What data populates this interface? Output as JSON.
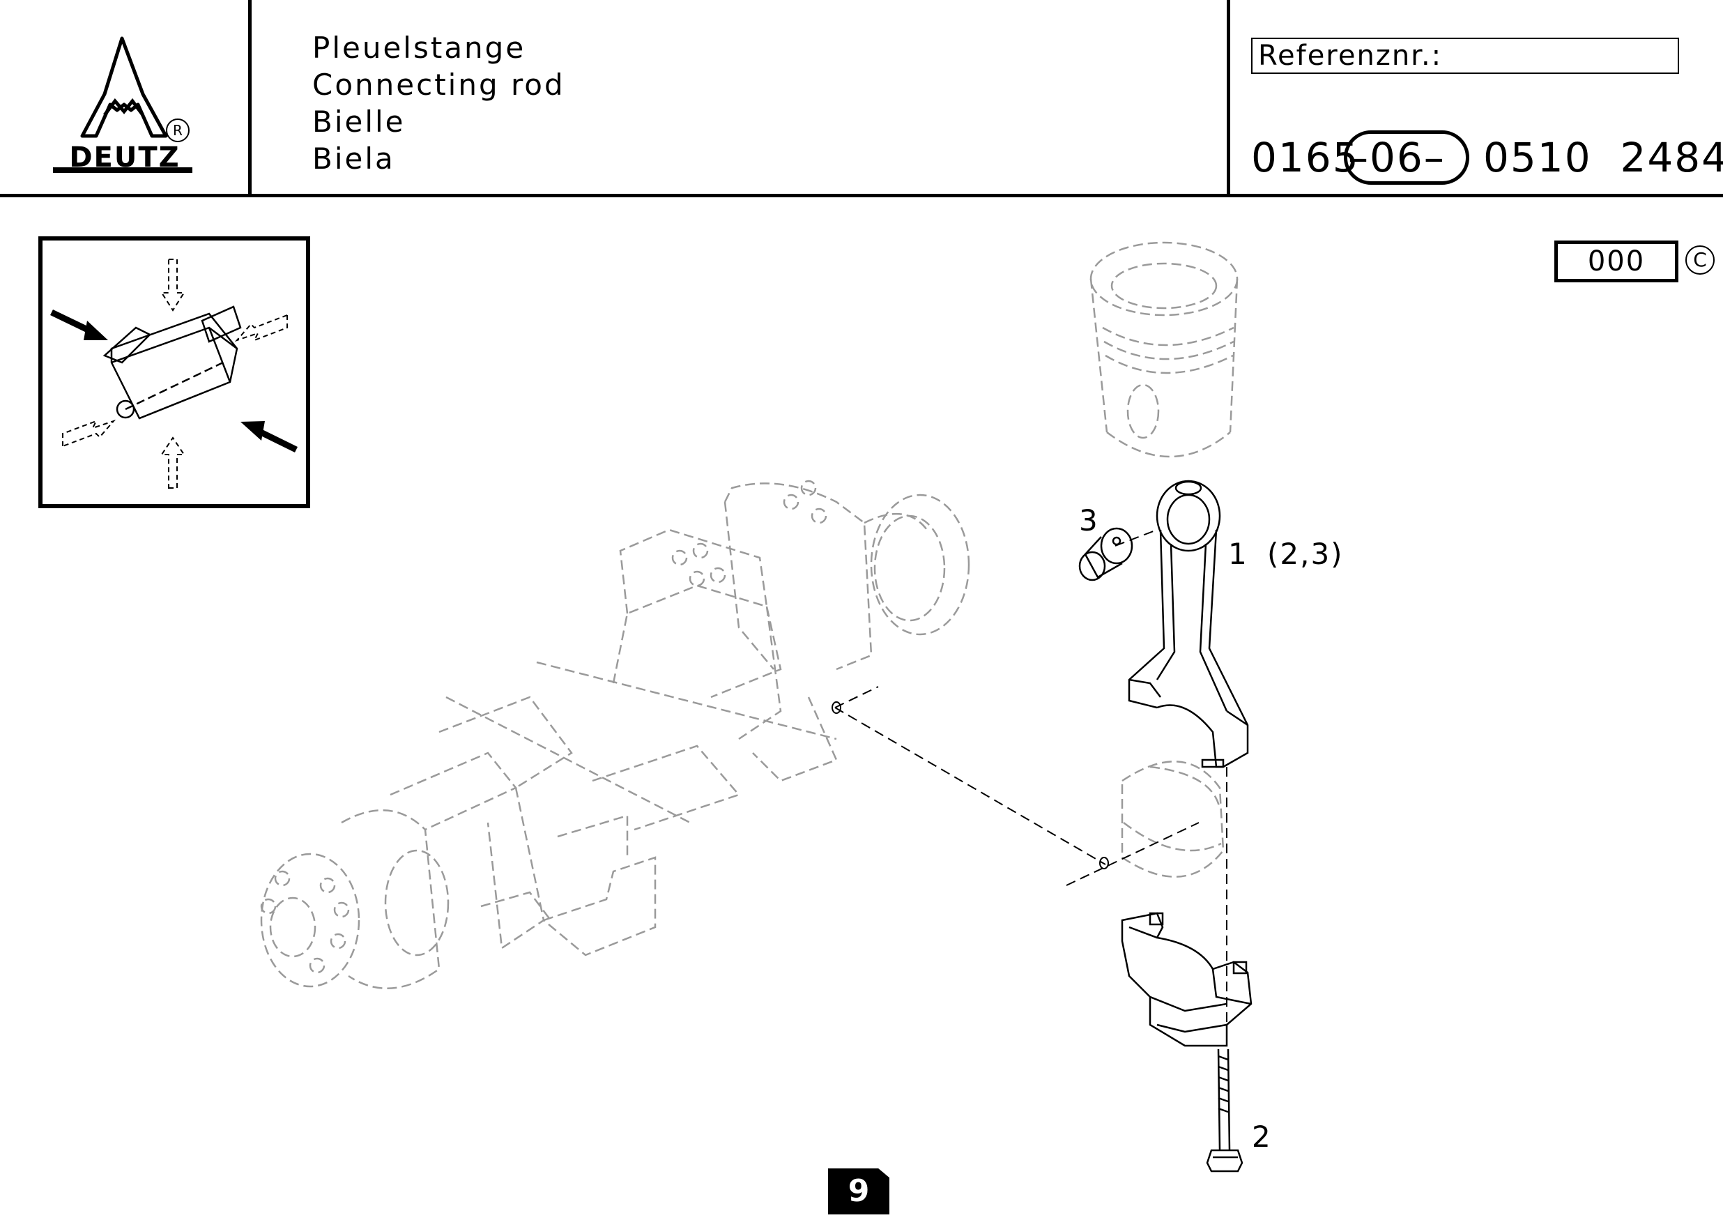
{
  "header": {
    "logo": {
      "brand": "DEUTZ",
      "registered_mark": "R"
    },
    "titles": [
      "Pleuelstange",
      "Connecting rod",
      "Bielle",
      "Biela"
    ],
    "reference_label": "Referenznr.:",
    "part_number": {
      "prefix": "0165",
      "group": "–06–",
      "suffix": "0510  2484"
    }
  },
  "revision": {
    "code": "000",
    "copyright_mark": "C"
  },
  "callouts": {
    "item_1": "1",
    "item_1_sub": "(2,3)",
    "item_2": "2",
    "item_3": "3"
  },
  "page": {
    "number": "9"
  }
}
